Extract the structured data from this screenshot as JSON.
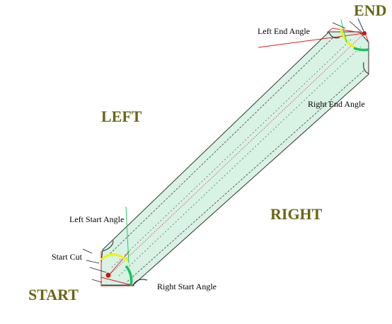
{
  "labels": {
    "end": "END",
    "start": "START",
    "left": "LEFT",
    "right": "RIGHT",
    "left_end_angle": "Left End Angle",
    "right_end_angle": "Right End Angle",
    "left_start_angle": "Left Start Angle",
    "right_start_angle": "Right Start Angle",
    "start_cut": "Start Cut"
  },
  "colors": {
    "region_label": "#6b6614",
    "body_fill": "#d8f2e4",
    "body_stroke": "#333333",
    "centerline": "#e02020",
    "angle_yellow": "#f2f20a",
    "angle_green": "#16c45a",
    "endpoint_dot": "#d01010"
  }
}
